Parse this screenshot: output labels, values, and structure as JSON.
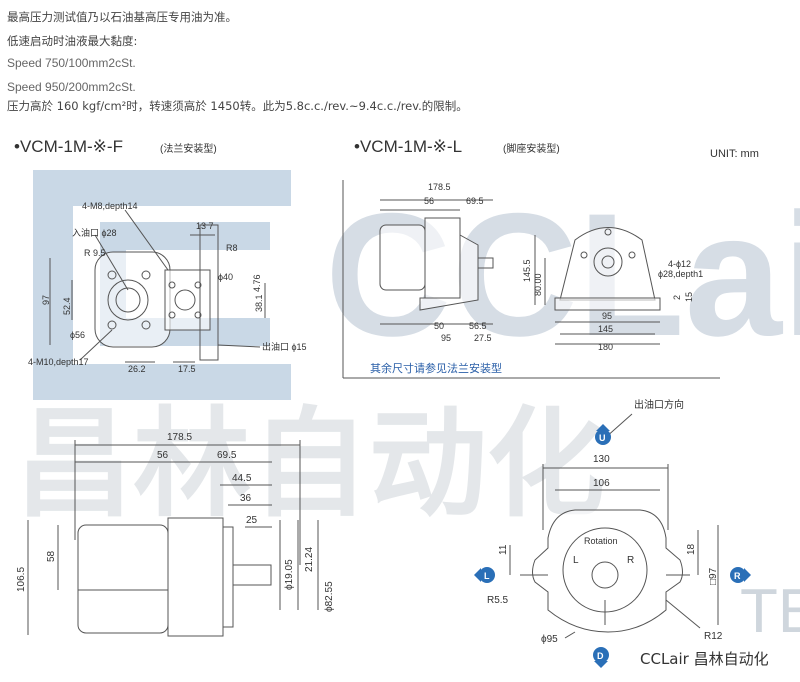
{
  "specs": {
    "line1": "最高压力测试值乃以石油基高压专用油为准。",
    "line2": "低速启动时油液最大黏度:",
    "line3": "Speed 750/100mm2cSt.",
    "line4": "Speed 950/200mm2cSt.",
    "line5": "压力高於 160 kgf/cm²时，转速须高於 1450转。此为5.8c.c./rev.~9.4c.c./rev.的限制。"
  },
  "titles": {
    "flange_model": "•VCM-1M-※-F",
    "flange_type": "(法兰安装型)",
    "foot_model": "•VCM-1M-※-L",
    "foot_type": "(脚座安装型)",
    "unit": "UNIT: mm"
  },
  "flange_view": {
    "d1": "4-M8,depth14",
    "d2": "入油口 ϕ28",
    "d3": "R 9.5",
    "d4": "13  7",
    "d5": "R8",
    "d6": "ϕ40",
    "d7": "4.76",
    "d8": "97",
    "d9": "52.4",
    "d10": "38.1",
    "d11": "ϕ56",
    "d12": "4-M10,depth17",
    "d13": "26.2",
    "d14": "17.5",
    "d15": "出油口 ϕ15"
  },
  "foot_view": {
    "d1": "178.5",
    "d2": "56",
    "d3": "69.5",
    "d4": "145.5",
    "d5": "80.00",
    "d6": "50",
    "d7": "56.5",
    "d8": "95",
    "d9": "27.5",
    "d10": "4-ϕ12",
    "d11": "ϕ28,depth1",
    "d12": "2",
    "d13": "15",
    "d14": "95",
    "d15": "145",
    "d16": "180",
    "note": "其余尺寸请参见法兰安装型"
  },
  "side_view": {
    "d1": "178.5",
    "d2": "56",
    "d3": "69.5",
    "d4": "44.5",
    "d5": "36",
    "d6": "25",
    "d7": "106.5",
    "d8": "58",
    "d9": "ϕ19.05",
    "d10": "21.24",
    "d11": "ϕ82.55"
  },
  "front_view": {
    "outlet_dir": "出油口方向",
    "d1": "130",
    "d2": "106",
    "d3": "11",
    "d4": "18",
    "d5": "□97",
    "rotation": "Rotation",
    "lbl_l": "L",
    "lbl_r": "R",
    "d6": "R5.5",
    "d7": "ϕ95",
    "d8": "R12"
  },
  "markers": {
    "u": "U",
    "l": "L",
    "r": "R",
    "d": "D"
  },
  "brand": "CCLair 昌林自动化",
  "watermark_ghost": "TE",
  "colors": {
    "watermark": "#c9d8e6",
    "marker_blue": "#2a6fb7",
    "note_blue": "#2a5fa8",
    "line": "#555555"
  }
}
